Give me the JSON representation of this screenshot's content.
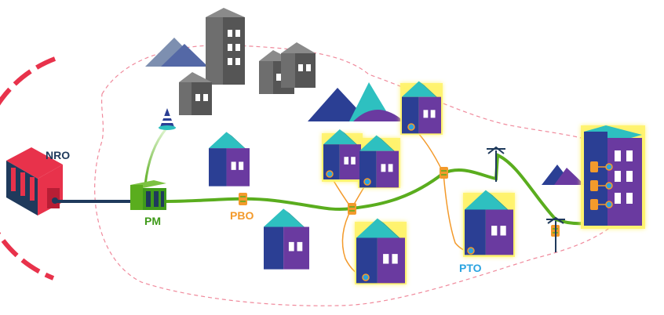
{
  "labels": {
    "nro": "NRO",
    "pm": "PM",
    "pbo": "PBO",
    "pto": "PTO"
  },
  "colors": {
    "fiber_main": "#5aad1e",
    "fiber_drop": "#f39a2b",
    "backbone": "#1f3a5c",
    "nro_ring": "#e8324b",
    "zone_outline": "#f08a9c",
    "label_nro": "#1f3a5c",
    "label_pm": "#3f9a1a",
    "label_pbo": "#f39a2b",
    "label_pto": "#2aa3e0",
    "building_front": "#2b3f94",
    "building_side": "#6a3aa0",
    "building_roof": "#2ec0c0",
    "highlight": "#fff36b",
    "grey_building": "#6e6e6e",
    "mountain": "#2b3f94"
  }
}
